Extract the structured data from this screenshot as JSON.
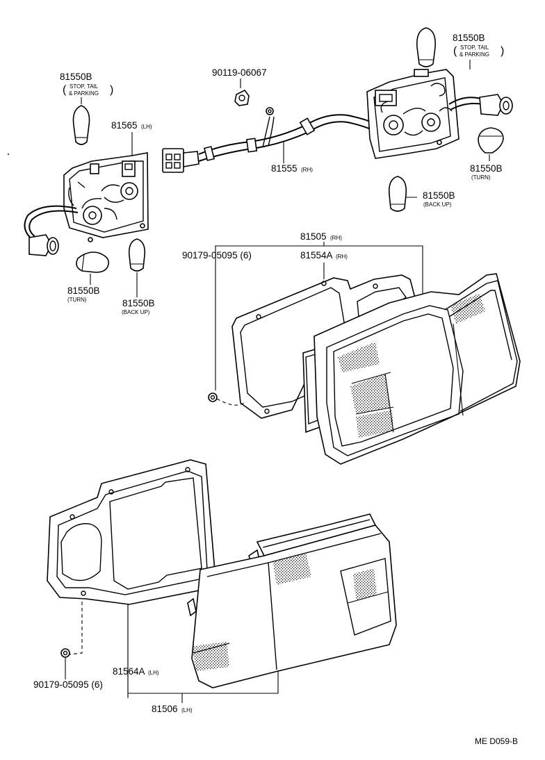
{
  "diagram": {
    "code": "ME D059-B",
    "labels": {
      "bulb_stop_lh": {
        "num": "81550B",
        "note1": "STOP, TAIL",
        "note2": "& PARKING"
      },
      "bulb_stop_rh": {
        "num": "81550B",
        "note1": "STOP, TAIL",
        "note2": "& PARKING"
      },
      "screw_top": {
        "num": "90119-06067"
      },
      "socket_lh": {
        "num": "81565",
        "suffix": "(LH)"
      },
      "wire_rh": {
        "num": "81555",
        "suffix": "(RH)"
      },
      "bulb_turn_rh": {
        "num": "81550B",
        "note1": "(TURN)"
      },
      "bulb_backup_rh": {
        "num": "81550B",
        "note1": "(BACK UP)"
      },
      "lamp_rh": {
        "num": "81505",
        "suffix": "(RH)"
      },
      "nut_rh": {
        "num": "90179-05095 (6)"
      },
      "gasket_rh": {
        "num": "81554A",
        "suffix": "(RH)"
      },
      "bulb_turn_lh": {
        "num": "81550B",
        "note1": "(TURN)"
      },
      "bulb_backup_lh": {
        "num": "81550B",
        "note1": "(BACK UP)"
      },
      "gasket_lh": {
        "num": "81564A",
        "suffix": "(LH)"
      },
      "nut_lh": {
        "num": "90179-05095 (6)"
      },
      "lamp_lh": {
        "num": "81506",
        "suffix": "(LH)"
      }
    }
  }
}
